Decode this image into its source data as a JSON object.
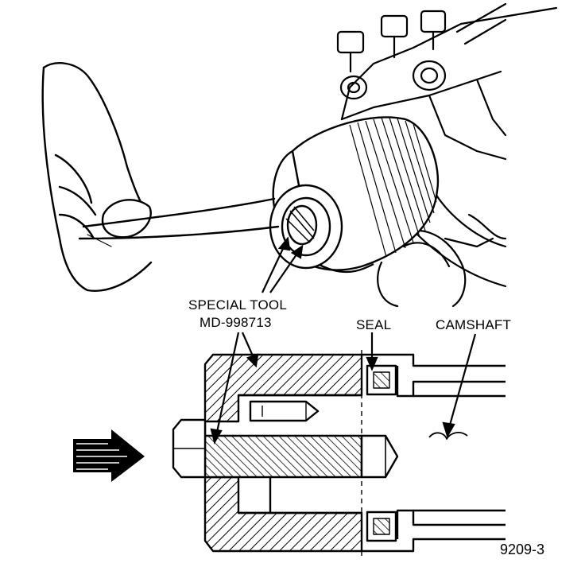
{
  "labels": {
    "special_tool_line1": "SPECIAL TOOL",
    "special_tool_line2": "MD-998713",
    "seal": "SEAL",
    "camshaft": "CAMSHAFT",
    "figure_number": "9209-3"
  },
  "colors": {
    "ink": "#000000",
    "paper": "#ffffff"
  },
  "icons": {
    "direction_arrow": "arrow-right-icon"
  }
}
